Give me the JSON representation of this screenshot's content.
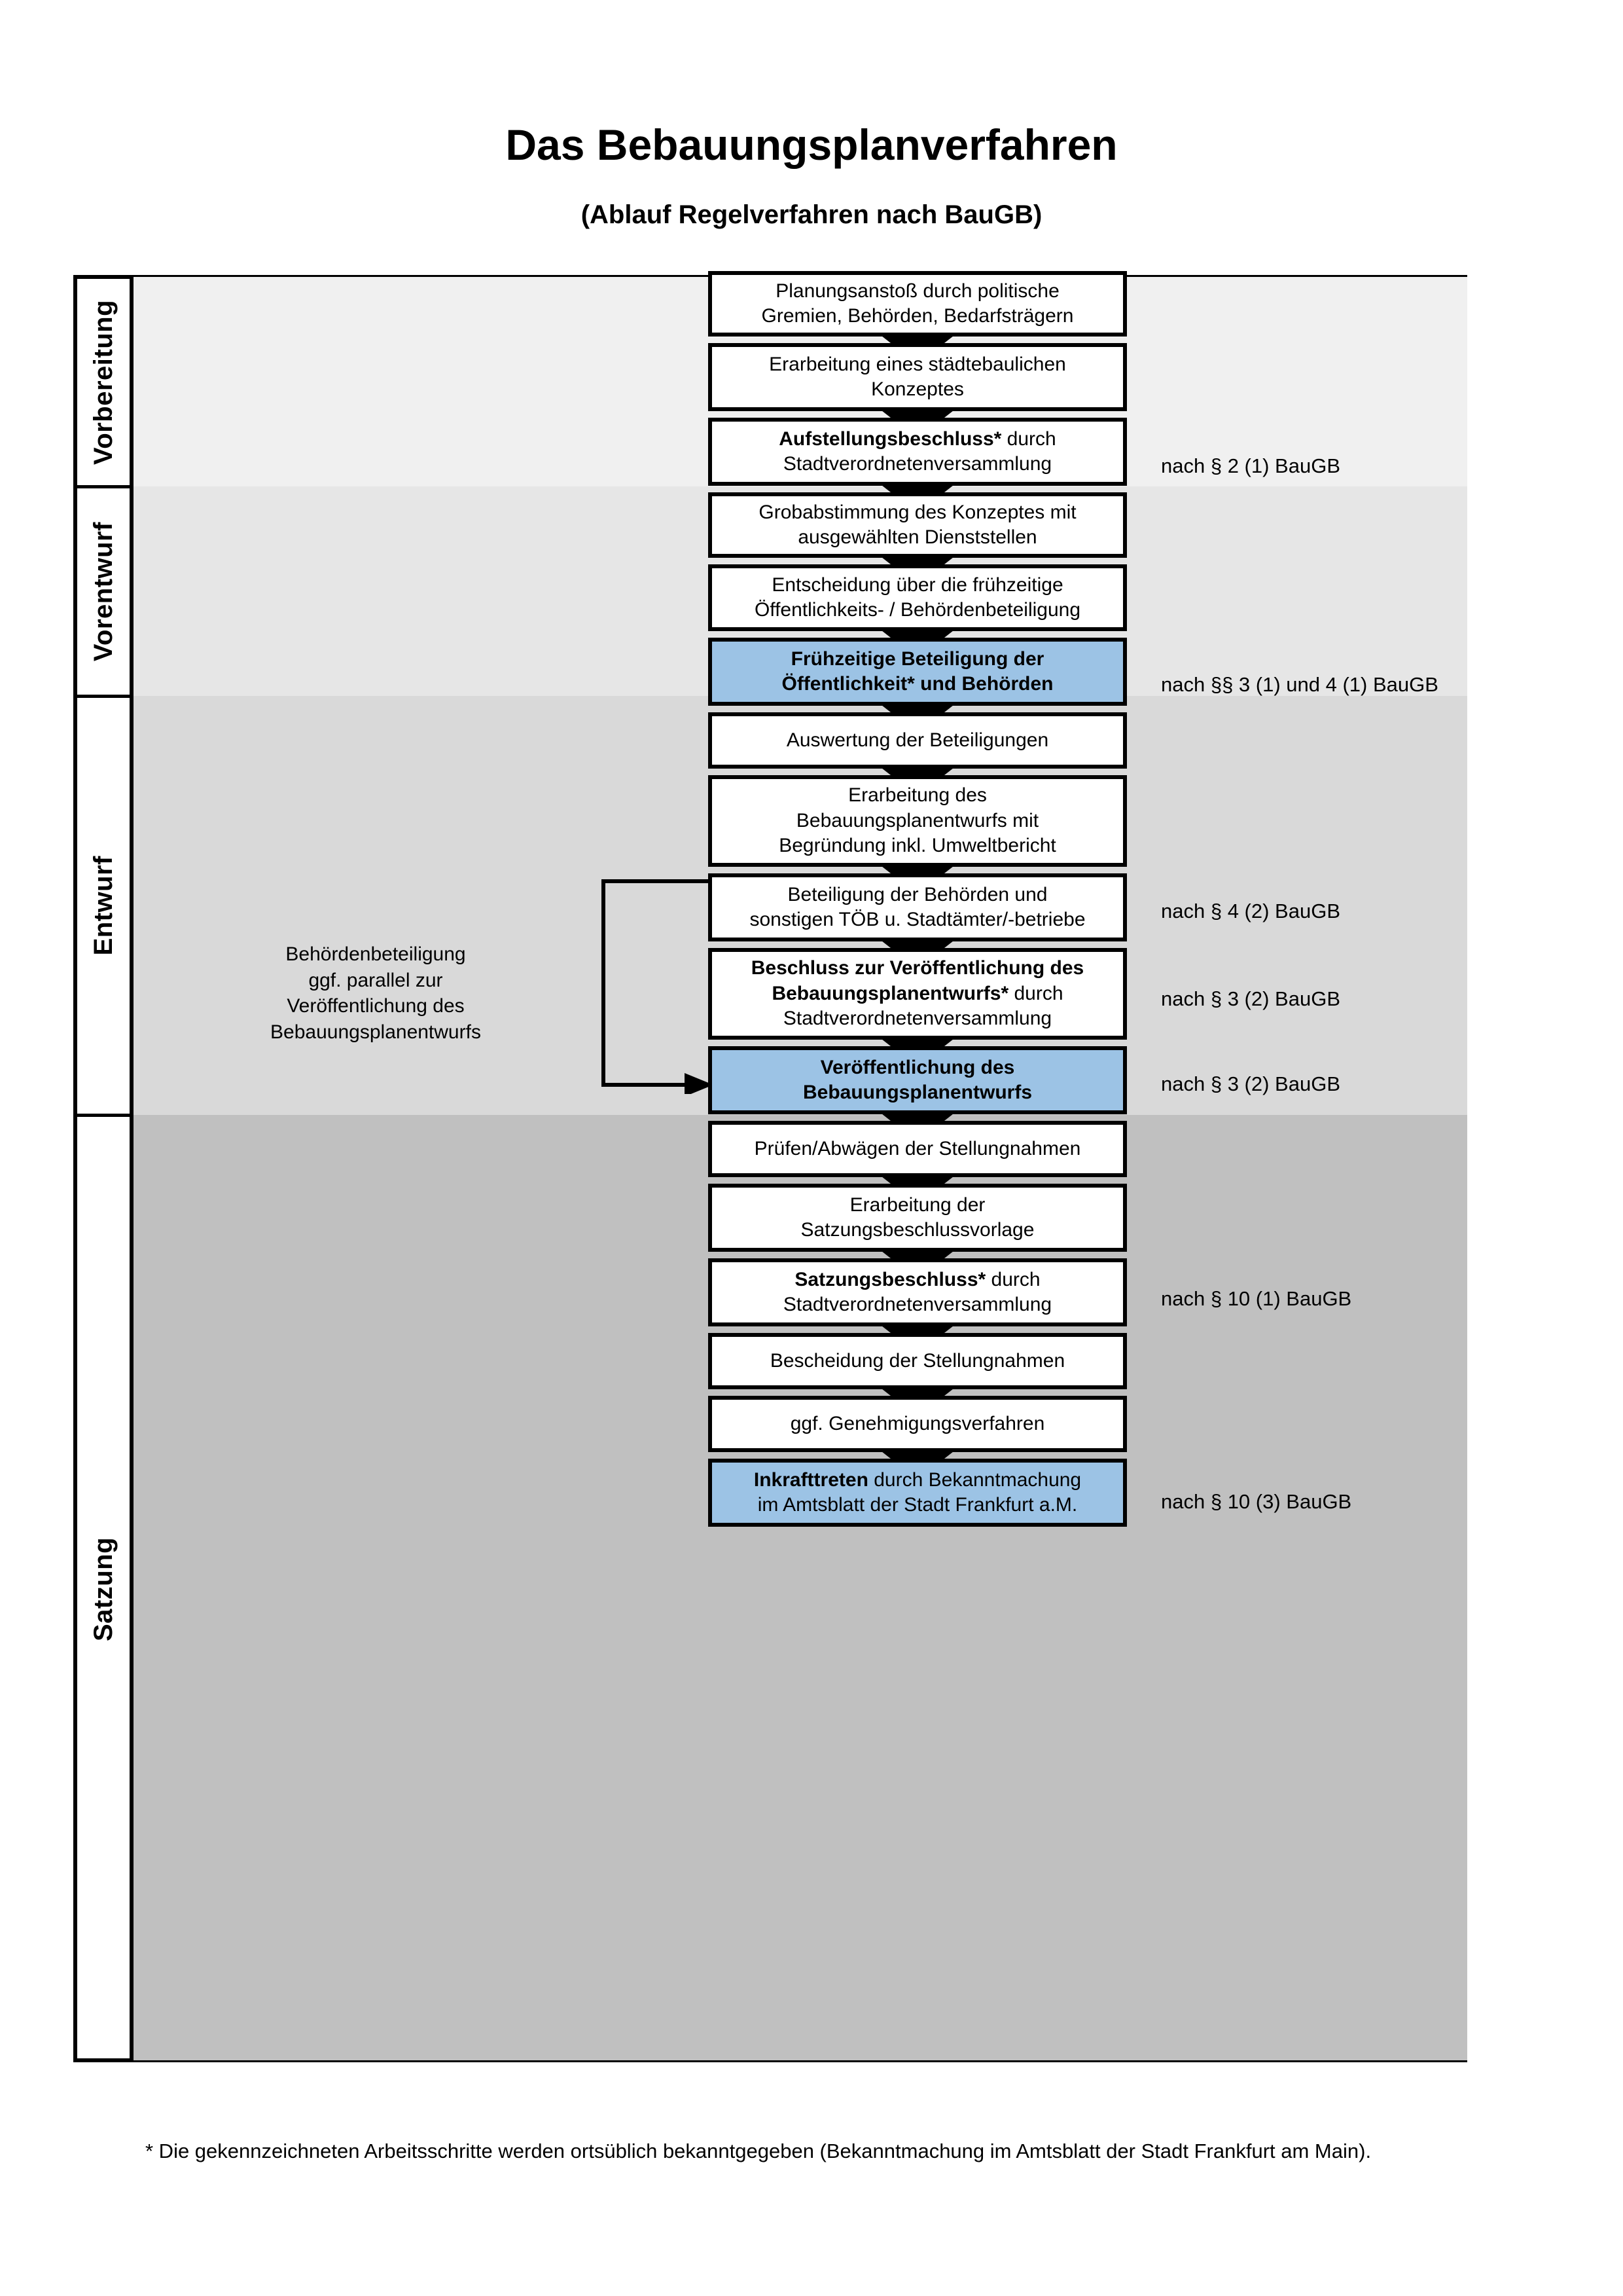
{
  "header": {
    "title": "Das Bebauungsplanverfahren",
    "subtitle": "(Ablauf Regelverfahren nach BauGB)"
  },
  "colors": {
    "band_vorbereitung": "#f0f0f0",
    "band_vorentwurf": "#e6e6e6",
    "band_entwurf": "#d9d9d9",
    "band_satzung": "#c0c0c0",
    "highlight_blue": "#9cc3e5",
    "border_black": "#000000",
    "page_background": "#ffffff"
  },
  "phases": [
    {
      "label": "Vorbereitung"
    },
    {
      "label": "Vorentwurf"
    },
    {
      "label": "Entwurf"
    },
    {
      "label": "Satzung"
    }
  ],
  "steps": [
    {
      "id": "planungsanstoss",
      "phase": "Vorbereitung",
      "highlighted": false,
      "lines": [
        {
          "text": "Planungsanstoß durch politische",
          "bold": false
        },
        {
          "text": "Gremien, Behörden, Bedarfsträgern",
          "bold": false
        }
      ]
    },
    {
      "id": "staedtebauliches-konzept",
      "phase": "Vorbereitung",
      "highlighted": false,
      "lines": [
        {
          "text": "Erarbeitung eines städtebaulichen",
          "bold": false
        },
        {
          "text": "Konzeptes",
          "bold": false
        }
      ]
    },
    {
      "id": "aufstellungsbeschluss",
      "phase": "Vorbereitung",
      "highlighted": false,
      "lines": [
        {
          "text": "Aufstellungsbeschluss*",
          "bold": true,
          "suffix": " durch"
        },
        {
          "text": "Stadtverordnetenversammlung",
          "bold": false
        }
      ]
    },
    {
      "id": "grobabstimmung",
      "phase": "Vorentwurf",
      "highlighted": false,
      "lines": [
        {
          "text": "Grobabstimmung des Konzeptes mit",
          "bold": false
        },
        {
          "text": "ausgewählten Dienststellen",
          "bold": false
        }
      ]
    },
    {
      "id": "entscheidung-fruehzeitige-beteiligung",
      "phase": "Vorentwurf",
      "highlighted": false,
      "lines": [
        {
          "text": "Entscheidung über die frühzeitige",
          "bold": false
        },
        {
          "text": "Öffentlichkeits- / Behördenbeteiligung",
          "bold": false
        }
      ]
    },
    {
      "id": "fruehzeitige-beteiligung",
      "phase": "Vorentwurf",
      "highlighted": true,
      "lines": [
        {
          "text": "Frühzeitige Beteiligung der",
          "bold": true
        },
        {
          "text": "Öffentlichkeit* und Behörden",
          "bold": true
        }
      ]
    },
    {
      "id": "auswertung-beteiligungen",
      "phase": "Entwurf",
      "highlighted": false,
      "lines": [
        {
          "text": "Auswertung der Beteiligungen",
          "bold": false
        }
      ]
    },
    {
      "id": "erarbeitung-bebauungsplanentwurf",
      "phase": "Entwurf",
      "highlighted": false,
      "lines": [
        {
          "text": "Erarbeitung des",
          "bold": false
        },
        {
          "text": "Bebauungsplanentwurfs mit",
          "bold": false
        },
        {
          "text": "Begründung inkl. Umweltbericht",
          "bold": false
        }
      ]
    },
    {
      "id": "beteiligung-behoerden-toeb",
      "phase": "Entwurf",
      "highlighted": false,
      "lines": [
        {
          "text": "Beteiligung der Behörden und",
          "bold": false
        },
        {
          "text": "sonstigen TÖB u. Stadtämter/-betriebe",
          "bold": false
        }
      ]
    },
    {
      "id": "beschluss-veroeffentlichung",
      "phase": "Entwurf",
      "highlighted": false,
      "lines": [
        {
          "text": "Beschluss zur Veröffentlichung des",
          "bold": true
        },
        {
          "text": "Bebauungsplanentwurfs*",
          "bold": true,
          "suffix": " durch"
        },
        {
          "text": "Stadtverordnetenversammlung",
          "bold": false
        }
      ]
    },
    {
      "id": "veroeffentlichung-entwurf",
      "phase": "Entwurf",
      "highlighted": true,
      "lines": [
        {
          "text": "Veröffentlichung des",
          "bold": true
        },
        {
          "text": "Bebauungsplanentwurfs",
          "bold": true
        }
      ]
    },
    {
      "id": "pruefen-abwaegen",
      "phase": "Satzung",
      "highlighted": false,
      "lines": [
        {
          "text": "Prüfen/Abwägen der Stellungnahmen",
          "bold": false
        }
      ]
    },
    {
      "id": "erarbeitung-satzungsbeschlussvorlage",
      "phase": "Satzung",
      "highlighted": false,
      "lines": [
        {
          "text": "Erarbeitung der",
          "bold": false
        },
        {
          "text": "Satzungsbeschlussvorlage",
          "bold": false
        }
      ]
    },
    {
      "id": "satzungsbeschluss",
      "phase": "Satzung",
      "highlighted": false,
      "lines": [
        {
          "text": "Satzungsbeschluss*",
          "bold": true,
          "suffix": " durch"
        },
        {
          "text": "Stadtverordnetenversammlung",
          "bold": false
        }
      ]
    },
    {
      "id": "bescheidung-stellungnahmen",
      "phase": "Satzung",
      "highlighted": false,
      "lines": [
        {
          "text": "Bescheidung der Stellungnahmen",
          "bold": false
        }
      ]
    },
    {
      "id": "genehmigungsverfahren",
      "phase": "Satzung",
      "highlighted": false,
      "lines": [
        {
          "text": "ggf. Genehmigungsverfahren",
          "bold": false
        }
      ]
    },
    {
      "id": "inkrafttreten",
      "phase": "Satzung",
      "highlighted": true,
      "lines": [
        {
          "text": "Inkrafttreten",
          "bold": true,
          "suffix": " durch Bekanntmachung"
        },
        {
          "text": "im Amtsblatt der Stadt Frankfurt a.M.",
          "bold": false
        }
      ]
    }
  ],
  "legal_refs": [
    {
      "id": "ref-par2-1",
      "text": "nach § 2 (1) BauGB",
      "for_step": "aufstellungsbeschluss"
    },
    {
      "id": "ref-par3-4-1",
      "text": "nach §§ 3 (1) und 4 (1) BauGB",
      "for_step": "fruehzeitige-beteiligung"
    },
    {
      "id": "ref-par4-2",
      "text": "nach § 4 (2) BauGB",
      "for_step": "beteiligung-behoerden-toeb"
    },
    {
      "id": "ref-par3-2a",
      "text": "nach § 3 (2) BauGB",
      "for_step": "beschluss-veroeffentlichung"
    },
    {
      "id": "ref-par3-2b",
      "text": "nach § 3 (2) BauGB",
      "for_step": "veroeffentlichung-entwurf"
    },
    {
      "id": "ref-par10-1",
      "text": "nach § 10 (1) BauGB",
      "for_step": "satzungsbeschluss"
    },
    {
      "id": "ref-par10-3",
      "text": "nach § 10 (3) BauGB",
      "for_step": "inkrafttreten"
    }
  ],
  "side_note": {
    "lines": [
      "Behördenbeteiligung",
      "ggf. parallel zur",
      "Veröffentlichung des",
      "Bebauungsplanentwurfs"
    ]
  },
  "footnote": {
    "text": "* Die gekennzeichneten Arbeitsschritte werden ortsüblich bekanntgegeben (Bekanntmachung im Amtsblatt  der Stadt Frankfurt am Main)."
  }
}
